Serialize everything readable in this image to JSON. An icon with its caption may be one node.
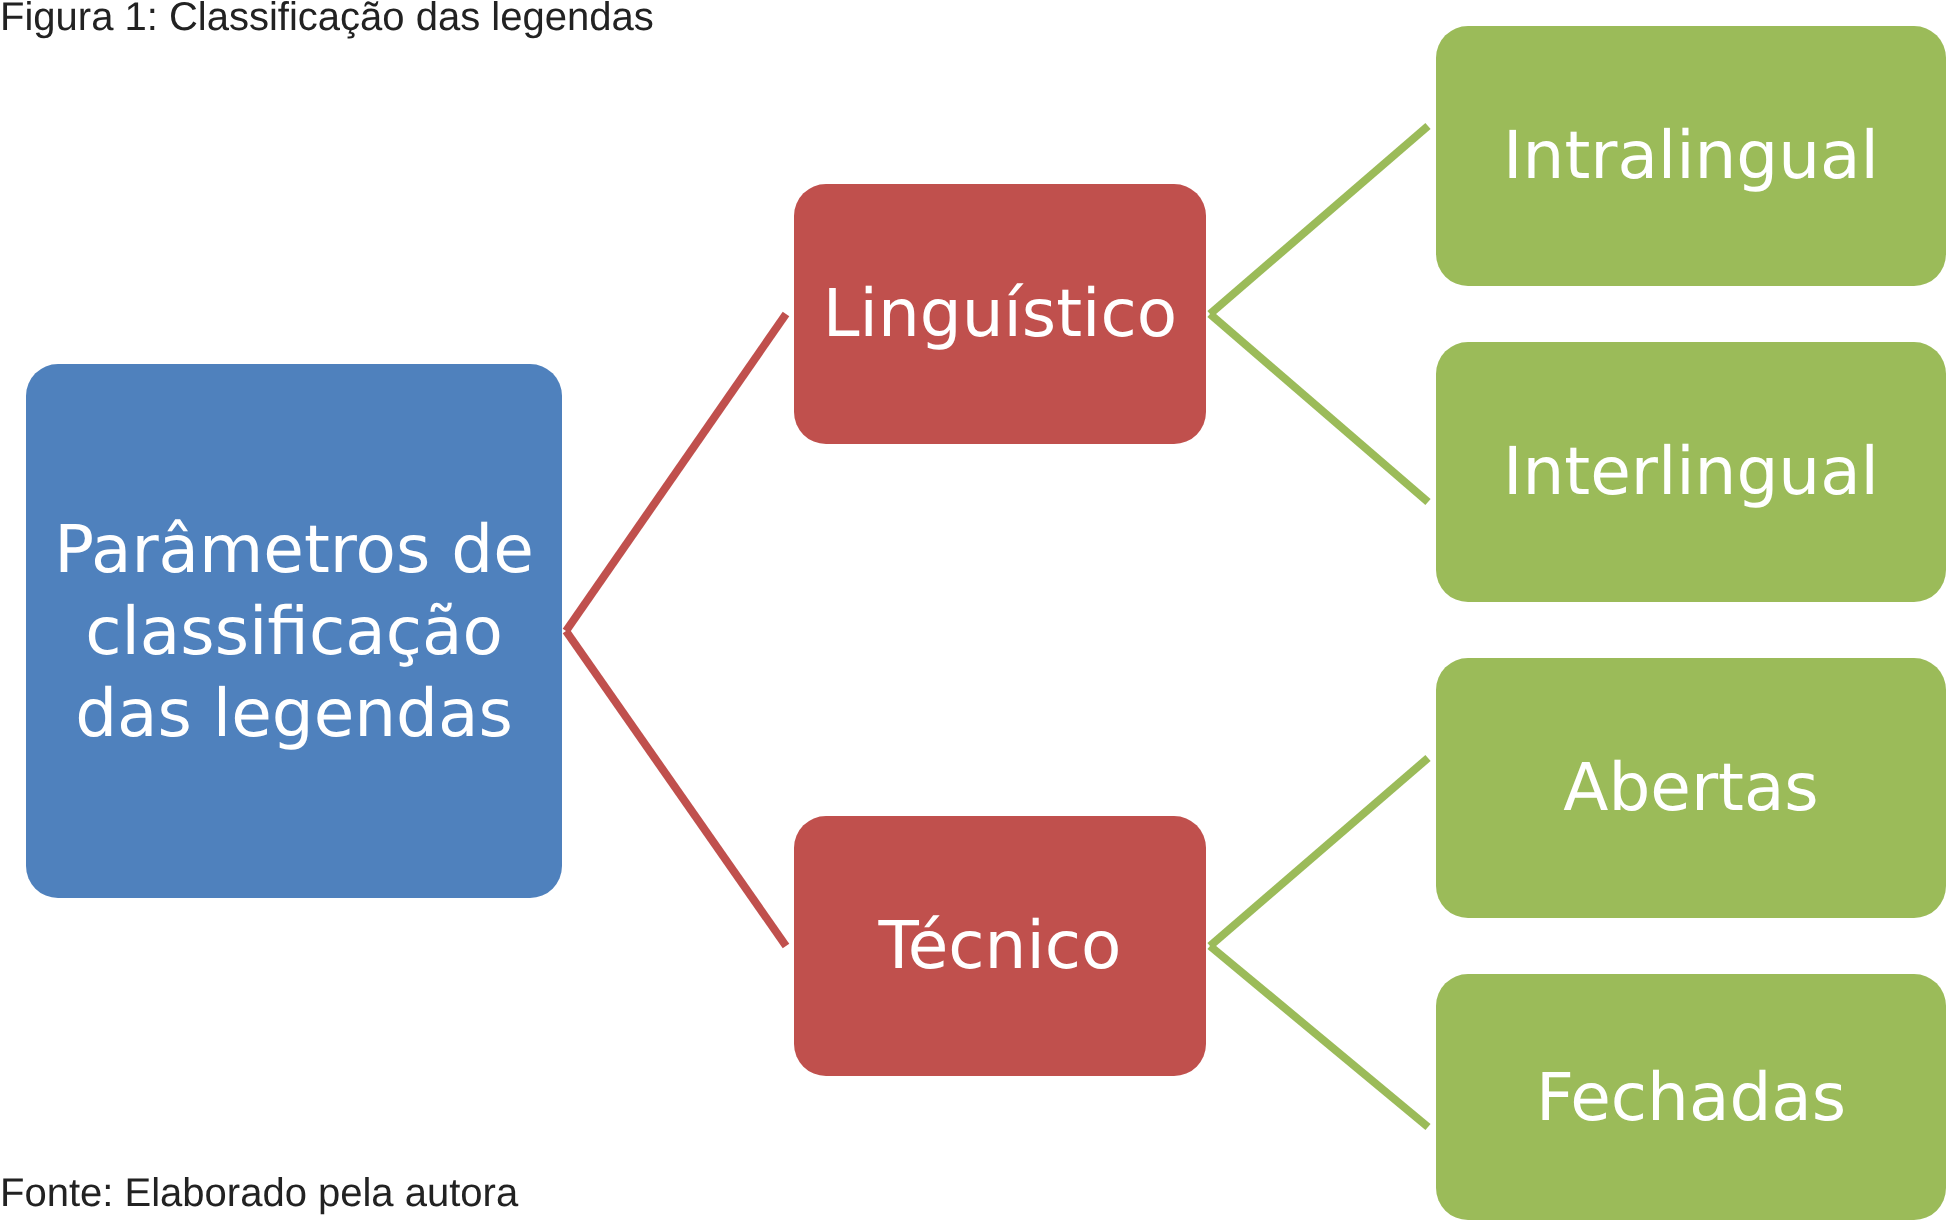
{
  "diagram": {
    "title": "Figura 1: Classificação das legendas",
    "caption": "Fonte: Elaborado pela autora",
    "nodes": [
      {
        "text": [
          "Parâmetros de classificação das legendas"
        ]
      },
      {
        "text": [
          "Linguístico"
        ]
      },
      {
        "text": [
          "Técnico"
        ]
      },
      {
        "text": [
          "Intralingual"
        ]
      },
      {
        "text": [
          "Interlingual"
        ]
      },
      {
        "text": [
          "Abertas"
        ]
      },
      {
        "text": [
          "Fechadas"
        ]
      }
    ],
    "edges": [
      {
        "from": 0,
        "to": 1,
        "arrow": "none",
        "color": "#c0504d"
      },
      {
        "from": 0,
        "to": 2,
        "arrow": "none",
        "color": "#c0504d"
      },
      {
        "from": 1,
        "to": 3,
        "arrow": "none"
      },
      {
        "from": 1,
        "to": 4,
        "arrow": "none"
      },
      {
        "from": 2,
        "to": 5,
        "arrow": "none"
      },
      {
        "from": 2,
        "to": 6,
        "arrow": "none"
      }
    ]
  }
}
